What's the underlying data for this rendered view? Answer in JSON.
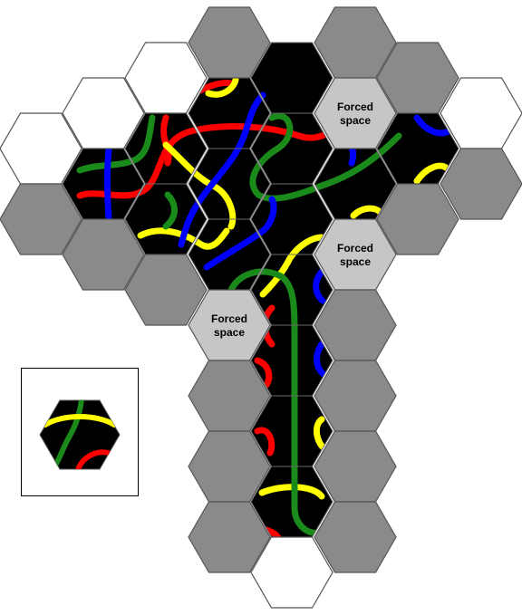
{
  "colors": {
    "background": "#ffffff",
    "empty_hex": "#ffffff",
    "blocked_hex": "#8a8a8a",
    "forced_hex": "#c6c6c6",
    "tile_fill": "#000000",
    "hex_outline": "#555555",
    "paths": {
      "red": "#ff0000",
      "yellow": "#ffff00",
      "green": "#1a8a1a",
      "blue": "#0000ff"
    }
  },
  "board": {
    "empty_spaces": [
      "empty-1",
      "empty-2",
      "empty-3",
      "empty-4",
      "empty-5",
      "empty-6"
    ],
    "forced_spaces": [
      {
        "id": "forced-1",
        "line1": "Forced",
        "line2": "space"
      },
      {
        "id": "forced-2",
        "line1": "Forced",
        "line2": "space"
      },
      {
        "id": "forced-3",
        "line1": "Forced",
        "line2": "space"
      }
    ]
  },
  "next_tile": {
    "icon": "hex-tile-preview",
    "paths": [
      "yellow",
      "green",
      "red"
    ]
  }
}
